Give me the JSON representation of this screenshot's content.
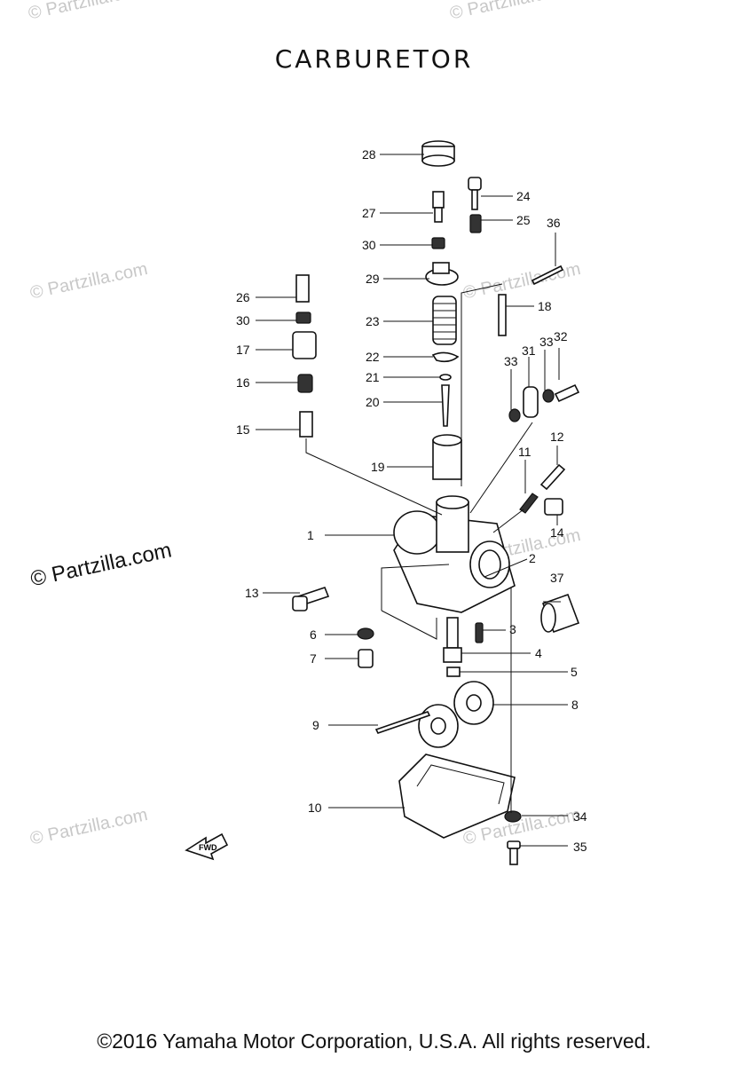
{
  "title": "CARBURETOR",
  "copyright": "©2016 Yamaha Motor Corporation, U.S.A. All rights reserved.",
  "watermark": "© Partzilla.com",
  "fwd_label": "FWD",
  "callouts": [
    "1",
    "2",
    "3",
    "4",
    "5",
    "6",
    "7",
    "8",
    "9",
    "10",
    "11",
    "12",
    "13",
    "14",
    "15",
    "16",
    "17",
    "19",
    "18",
    "20",
    "21",
    "22",
    "23",
    "24",
    "25",
    "26",
    "27",
    "28",
    "29",
    "30",
    "30",
    "31",
    "32",
    "33",
    "33",
    "34",
    "35",
    "36",
    "37"
  ]
}
